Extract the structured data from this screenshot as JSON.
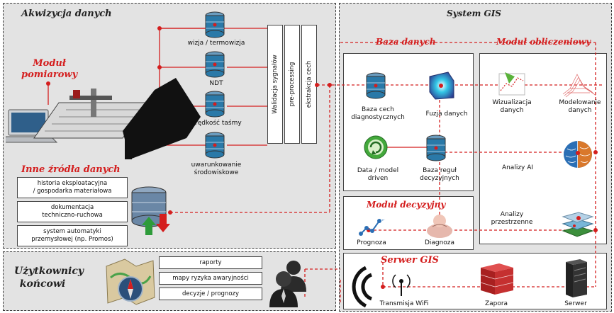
{
  "panels": {
    "acquisition_title": "Akwizycja danych",
    "gis_title": "System GIS",
    "users_title_line1": "Użytkownicy",
    "users_title_line2": "końcowi"
  },
  "measurement_module": {
    "line1": "Moduł",
    "line2": "pomiarowy"
  },
  "databases": [
    {
      "label": "wizja / termowizja"
    },
    {
      "label": "NDT"
    },
    {
      "label": "prędkość taśmy"
    },
    {
      "label_line1": "uwarunkowanie",
      "label_line2": "środowiskowe"
    }
  ],
  "processing_steps": [
    "Walidacja sygnałów",
    "pre-processing",
    "ekstrakcja cech"
  ],
  "other_sources": {
    "title": "Inne źródła danych",
    "items": [
      {
        "line1": "historia eksploatacyjna",
        "line2": "/ gospodarka materiałowa"
      },
      {
        "line1": "dokumentacja",
        "line2": "techniczno-ruchowa"
      },
      {
        "line1": "system automatyki",
        "line2": "przemysłowej (np. Promos)"
      }
    ]
  },
  "database_section": {
    "title": "Baza danych",
    "feature_db_line1": "Baza cech",
    "feature_db_line2": "diagnostycznych",
    "fusion": "Fuzja danych",
    "data_model_line1": "Data / model",
    "data_model_line2": "driven",
    "decision_db_line1": "Baza reguł",
    "decision_db_line2": "decyzyjnych"
  },
  "compute_module": {
    "title": "Moduł obliczeniowy",
    "visualization_line1": "Wizualizacja",
    "visualization_line2": "danych",
    "modeling_line1": "Modelowanie",
    "modeling_line2": "danych",
    "ai": "Analizy AI",
    "spatial_line1": "Analizy",
    "spatial_line2": "przestrzenne"
  },
  "decision_module": {
    "title": "Moduł decyzyjny",
    "forecast": "Prognoza",
    "diagnosis": "Diagnoza"
  },
  "gis_server": {
    "title": "Serwer GIS",
    "wifi": "Transmisja WiFi",
    "firewall": "Zapora",
    "server": "Serwer"
  },
  "outputs": [
    "raporty",
    "mapy ryzyka awaryjności",
    "decyzje / prognozy"
  ],
  "colors": {
    "accent": "#d41e1e",
    "panel": "#e3e3e3",
    "db_blue": "#2a79a8"
  }
}
